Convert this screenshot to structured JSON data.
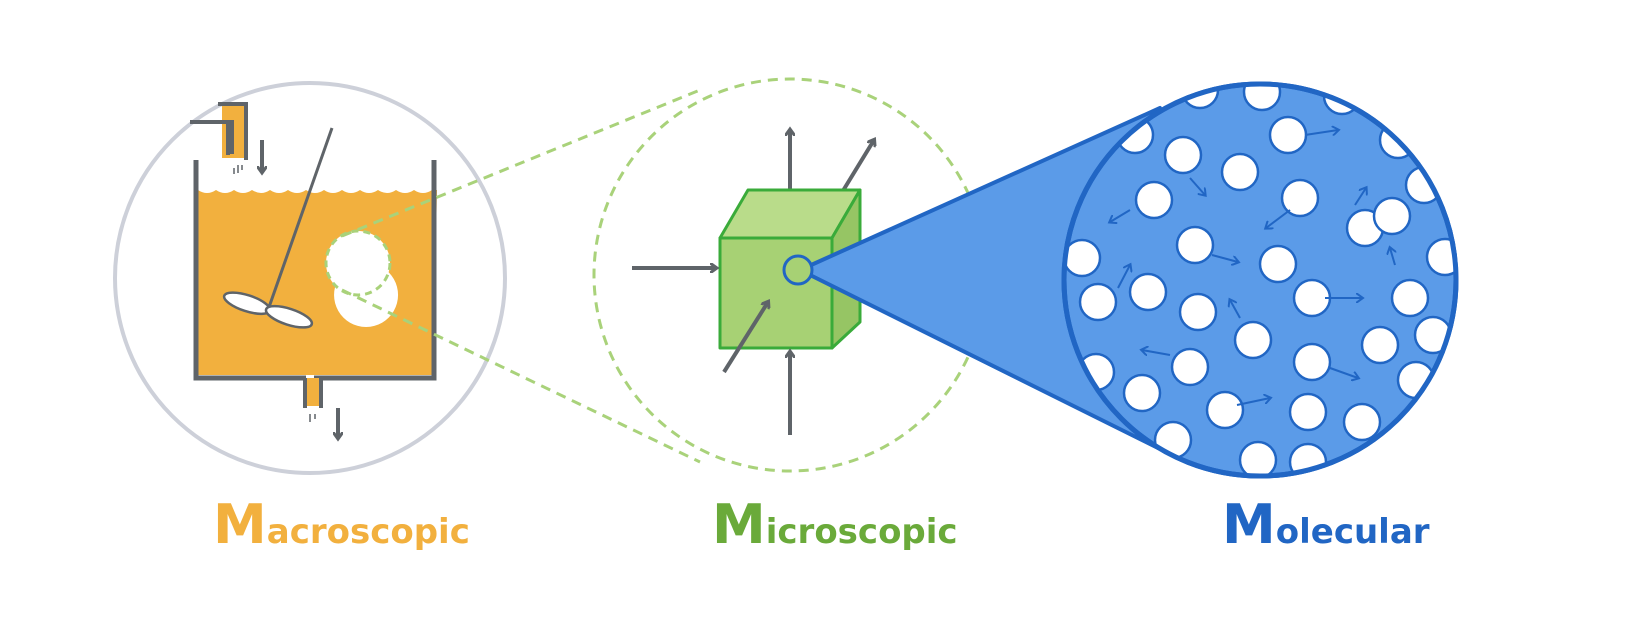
{
  "labels": {
    "macroscopic": {
      "initial": "M",
      "rest": "acroscopic"
    },
    "microscopic": {
      "initial": "M",
      "rest": "icroscopic"
    },
    "molecular": {
      "initial": "M",
      "rest": "olecular"
    }
  },
  "colors": {
    "macroscopic": "#f2b03e",
    "microscopic": "#6aaa3a",
    "molecular": "#2166c4",
    "cube_fill": "#a7d174",
    "cube_stroke": "#3aab3a",
    "molecular_fill": "#5b9be8",
    "arrow_gray": "#5f6469",
    "outline_gray": "#cdd0d9",
    "dashed_green": "#a9d27a"
  },
  "icons": [
    "stirred-tank-icon",
    "impeller-icon",
    "control-volume-cube-icon",
    "molecule-icon"
  ]
}
